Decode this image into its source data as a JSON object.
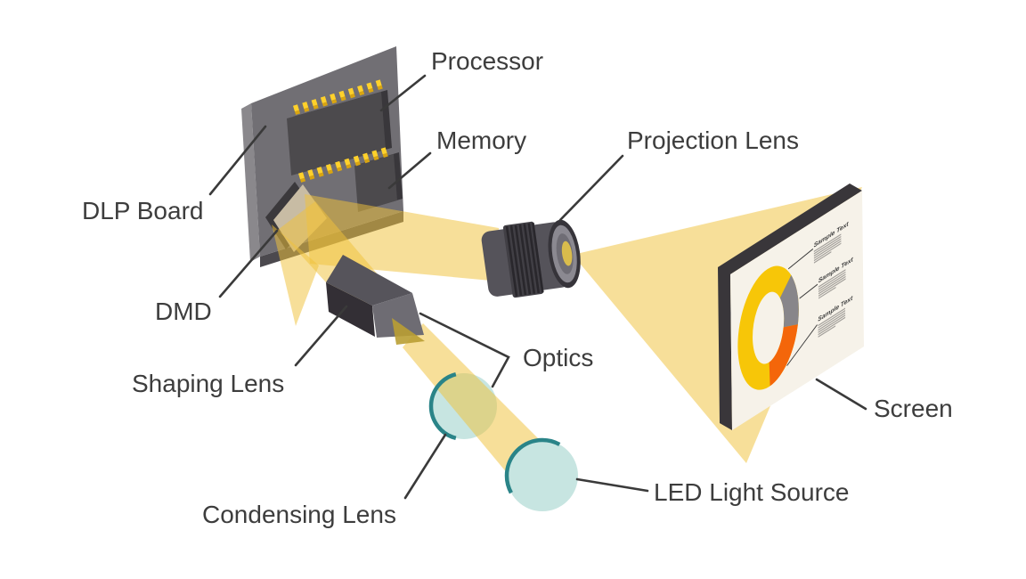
{
  "labels": {
    "processor": "Processor",
    "memory": "Memory",
    "projection_lens": "Projection Lens",
    "dlp_board": "DLP Board",
    "dmd": "DMD",
    "shaping_lens": "Shaping Lens",
    "optics": "Optics",
    "condensing_lens": "Condensing Lens",
    "led_light_source": "LED Light Source",
    "screen": "Screen"
  },
  "screen_slide": {
    "text_blocks": [
      {
        "heading": "Sample Text"
      },
      {
        "heading": "Sample Text"
      },
      {
        "heading": "Sample Text"
      }
    ],
    "donut": {
      "yellow": "#F7C608",
      "gray": "#88868A",
      "orange": "#F4660A"
    }
  },
  "colors": {
    "background": "#FFFFFF",
    "label_text": "#3D3D3D",
    "connector_line": "#3A3A3A",
    "beam_yellow": "#EFC23B",
    "board_gray": "#716F74",
    "board_edge_light": "#8A888C",
    "board_edge_dark": "#4B494E",
    "chip_dark": "#4C4A4D",
    "pin_gold": "#FFD12B",
    "dmd_tan": "#C8BCA4",
    "glass_teal": "#C7E5E1",
    "glass_rim_teal": "#2A8488",
    "screen_face": "#F6F2E9",
    "screen_edge": "#39363A"
  }
}
